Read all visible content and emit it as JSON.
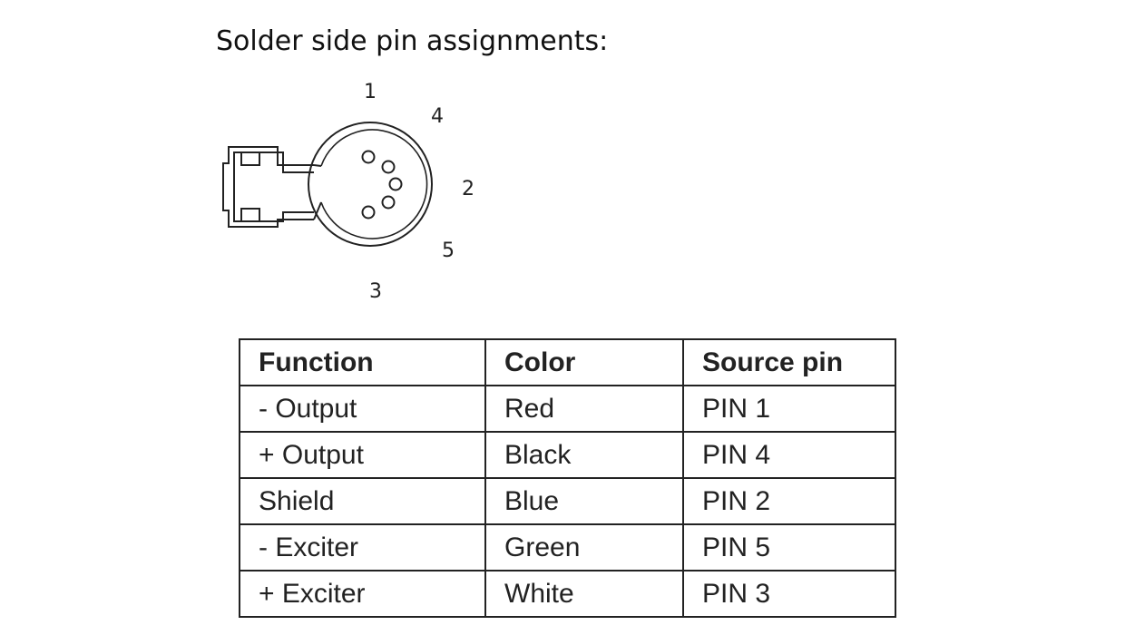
{
  "heading": "Solder side pin assignments:",
  "connector": {
    "pin_labels": [
      "1",
      "4",
      "2",
      "5",
      "3"
    ]
  },
  "table": {
    "headers": [
      "Function",
      "Color",
      "Source pin"
    ],
    "rows": [
      [
        "- Output",
        "Red",
        "PIN 1"
      ],
      [
        "+ Output",
        "Black",
        "PIN 4"
      ],
      [
        "Shield",
        "Blue",
        "PIN 2"
      ],
      [
        "- Exciter",
        "Green",
        "PIN 5"
      ],
      [
        "+ Exciter",
        "White",
        "PIN 3"
      ]
    ]
  }
}
